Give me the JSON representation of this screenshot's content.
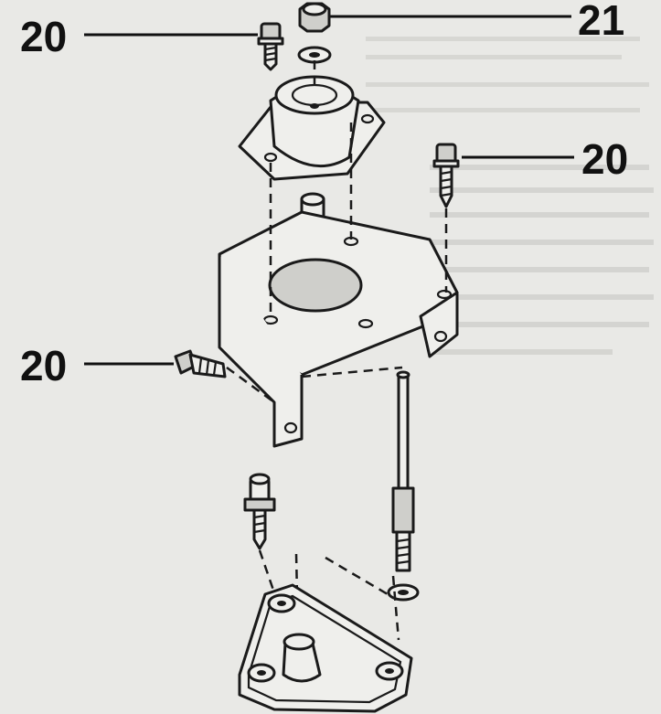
{
  "callouts": [
    {
      "id": "c1",
      "label": "20"
    },
    {
      "id": "c2",
      "label": "21"
    },
    {
      "id": "c3",
      "label": "20"
    },
    {
      "id": "c4",
      "label": "20"
    }
  ],
  "icons": [
    "engine-mount-exploded-diagram"
  ]
}
